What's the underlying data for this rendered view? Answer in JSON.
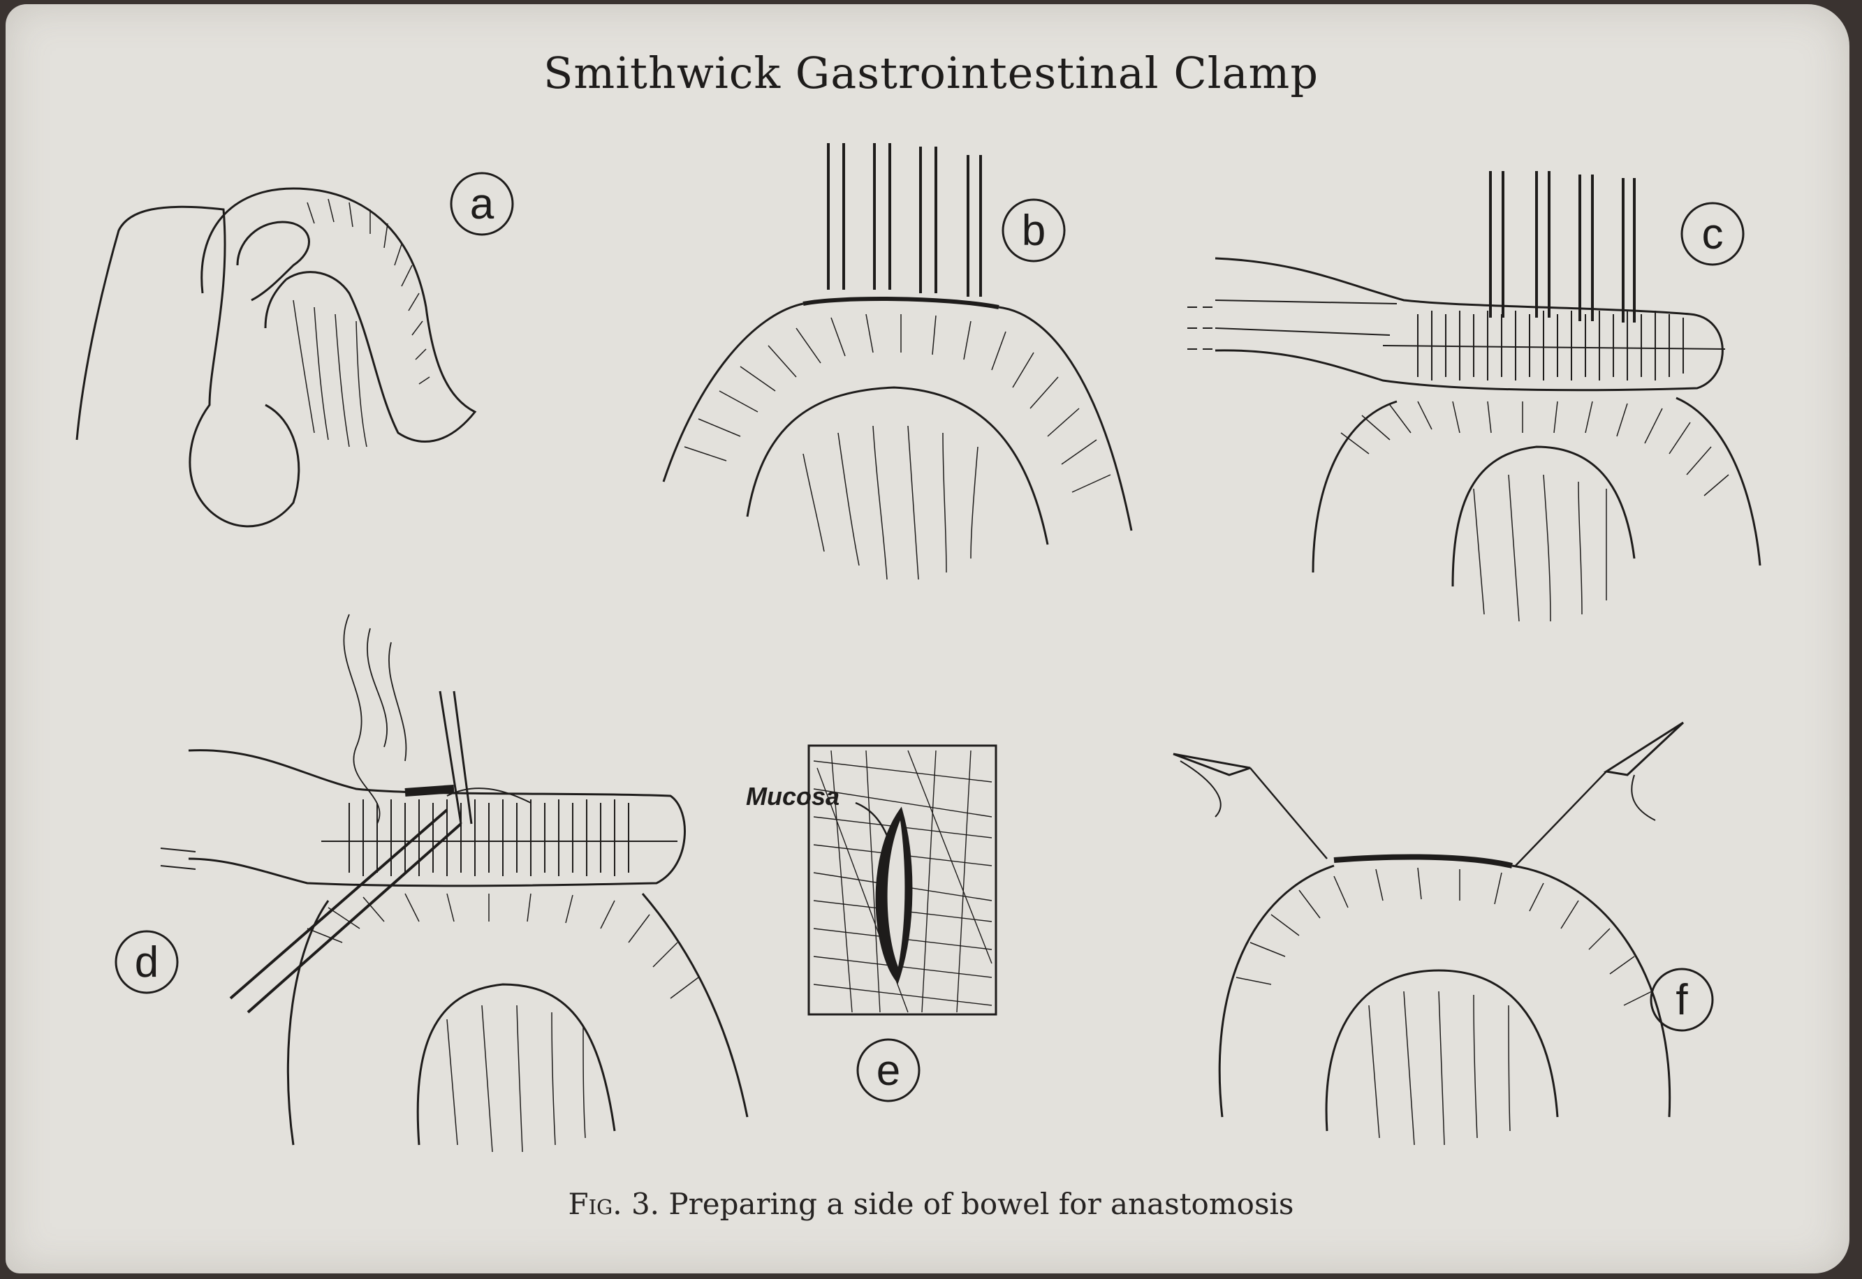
{
  "title": "Smithwick Gastrointestinal Clamp",
  "caption": {
    "fig": "Fig. 3.",
    "text": "Preparing a side of bowel for anastomosis"
  },
  "panels": [
    {
      "id": "a",
      "label": "a"
    },
    {
      "id": "b",
      "label": "b"
    },
    {
      "id": "c",
      "label": "c"
    },
    {
      "id": "d",
      "label": "d"
    },
    {
      "id": "e",
      "label": "e"
    },
    {
      "id": "f",
      "label": "f"
    }
  ],
  "annotations": {
    "mucosa": "Mucosa"
  },
  "colors": {
    "paper": "#e3e1dc",
    "ink": "#1e1c1b",
    "background": "#3a3330"
  }
}
